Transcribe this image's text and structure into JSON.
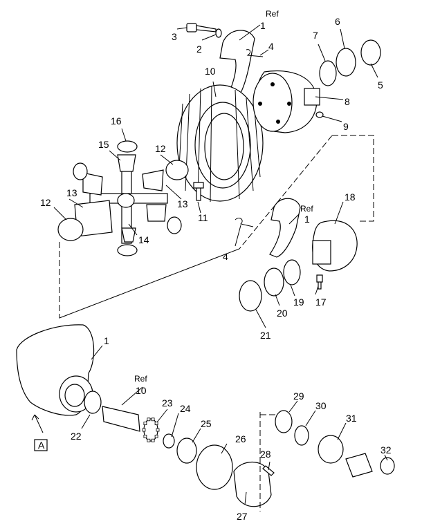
{
  "callouts": {
    "n1_top": "1",
    "ref_top": "Ref",
    "n2": "2",
    "n3": "3",
    "n4_top": "4",
    "n5": "5",
    "n6": "6",
    "n7": "7",
    "n8": "8",
    "n9": "9",
    "n10_top": "10",
    "n11": "11",
    "n12_left": "12",
    "n12_mid": "12",
    "n13_left": "13",
    "n13_right": "13",
    "n14": "14",
    "n15": "15",
    "n16": "16",
    "n17": "17",
    "n18": "18",
    "ref_mid": "Ref",
    "n1_mid": "1",
    "n4_mid": "4",
    "n19": "19",
    "n20": "20",
    "n21": "21",
    "n1_bottom": "1",
    "ref_bottom": "Ref",
    "n10_bottom": "10",
    "n22": "22",
    "n23": "23",
    "n24": "24",
    "n25": "25",
    "n26": "26",
    "n27": "27",
    "n28": "28",
    "n29": "29",
    "n30": "30",
    "n31": "31",
    "n32": "32"
  },
  "view_flag": "A"
}
